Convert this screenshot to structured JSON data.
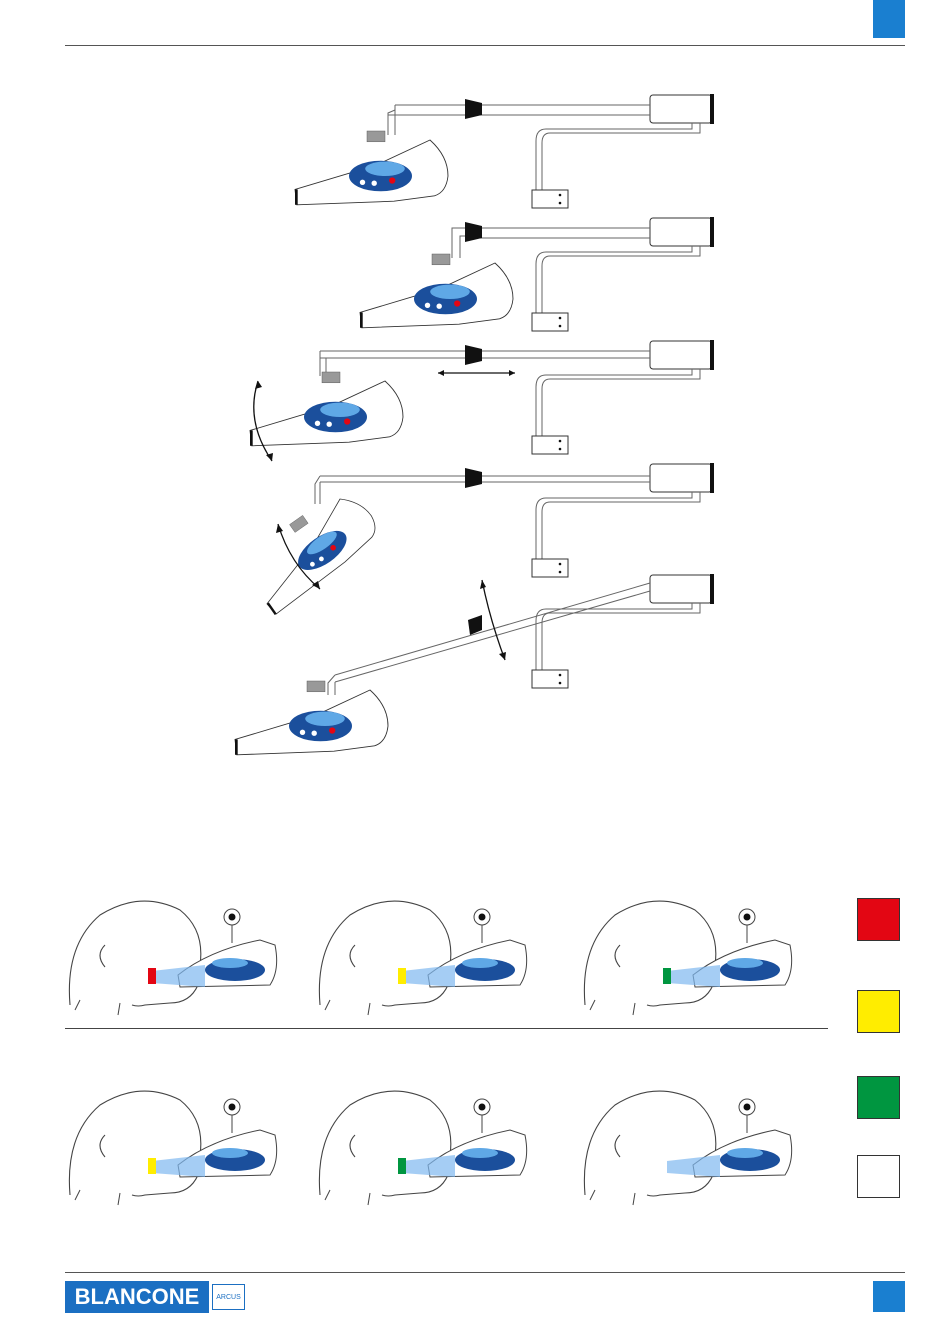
{
  "brand": {
    "name": "BLANCONE",
    "sub": "ARCUS"
  },
  "colors": {
    "accent": "#1a7fd0",
    "device_blue": "#1b4f9c",
    "red": "#e30613",
    "yellow": "#ffed00",
    "green": "#009640",
    "white": "#ffffff"
  },
  "legend": [
    {
      "name": "red",
      "color": "#e30613"
    },
    {
      "name": "yellow",
      "color": "#ffed00"
    },
    {
      "name": "green",
      "color": "#009640"
    },
    {
      "name": "white",
      "color": "#ffffff"
    }
  ],
  "positions": [
    {
      "ring_color": "#e30613",
      "beam": true
    },
    {
      "ring_color": "#ffed00",
      "beam": true
    },
    {
      "ring_color": "#009640",
      "beam": true
    },
    {
      "ring_color": "#ffed00",
      "beam": true
    },
    {
      "ring_color": "#009640",
      "beam": true
    },
    {
      "ring_color": "none",
      "beam": true
    }
  ]
}
